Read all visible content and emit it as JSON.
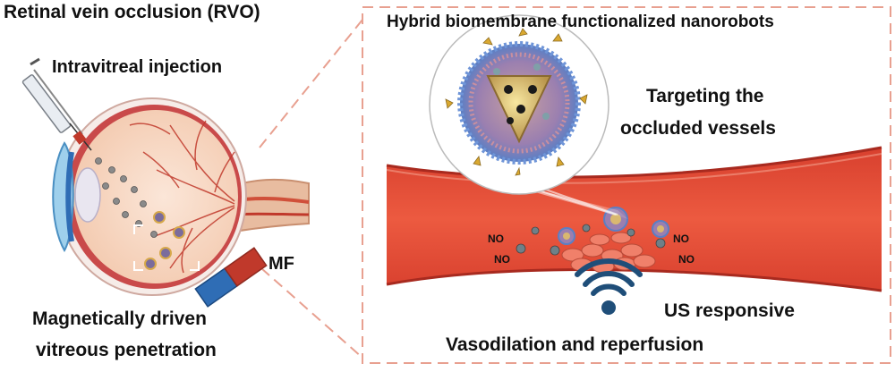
{
  "left": {
    "title": "Retinal vein occlusion (RVO)",
    "injection_label": "Intravitreal injection",
    "field_label": "MF",
    "caption_line1": "Magnetically driven",
    "caption_line2": "vitreous penetration"
  },
  "right": {
    "title": "Hybrid biomembrane functionalized nanorobots",
    "targeting_line1": "Targeting the",
    "targeting_line2": "occluded vessels",
    "no_labels": [
      "NO",
      "NO",
      "NO",
      "NO"
    ],
    "us_label": "US responsive",
    "caption": "Vasodilation and reperfusion"
  },
  "colors": {
    "dashed_border": "#e8a090",
    "vessel": "#e8503a",
    "vessel_wall": "#b8322a",
    "us_icon": "#1f4e79",
    "magnet_north": "#c0392b",
    "magnet_south": "#2f6db5"
  }
}
